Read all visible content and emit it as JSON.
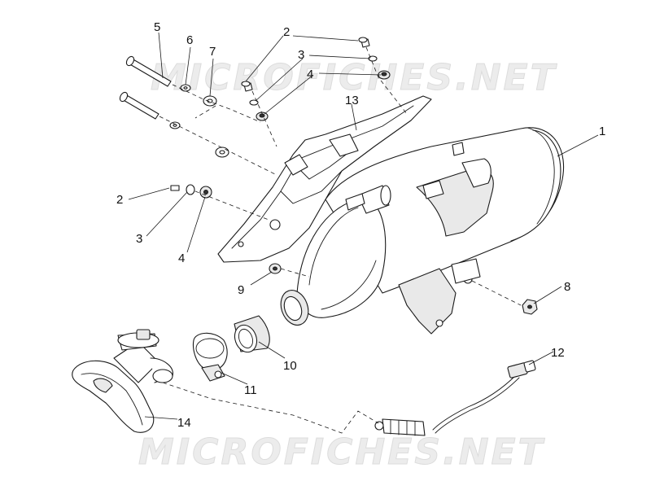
{
  "watermark": {
    "top_text": "MICROFICHES.NET",
    "bottom_text": "MICROFICHES.NET"
  },
  "callouts": [
    {
      "id": "c5",
      "label": "5"
    },
    {
      "id": "c6",
      "label": "6"
    },
    {
      "id": "c7",
      "label": "7"
    },
    {
      "id": "c2a",
      "label": "2"
    },
    {
      "id": "c3a",
      "label": "3"
    },
    {
      "id": "c4a",
      "label": "4"
    },
    {
      "id": "c13",
      "label": "13"
    },
    {
      "id": "c1",
      "label": "1"
    },
    {
      "id": "c2b",
      "label": "2"
    },
    {
      "id": "c3b",
      "label": "3"
    },
    {
      "id": "c4b",
      "label": "4"
    },
    {
      "id": "c9",
      "label": "9"
    },
    {
      "id": "c8",
      "label": "8"
    },
    {
      "id": "c10",
      "label": "10"
    },
    {
      "id": "c11",
      "label": "11"
    },
    {
      "id": "c12",
      "label": "12"
    },
    {
      "id": "c14",
      "label": "14"
    }
  ]
}
